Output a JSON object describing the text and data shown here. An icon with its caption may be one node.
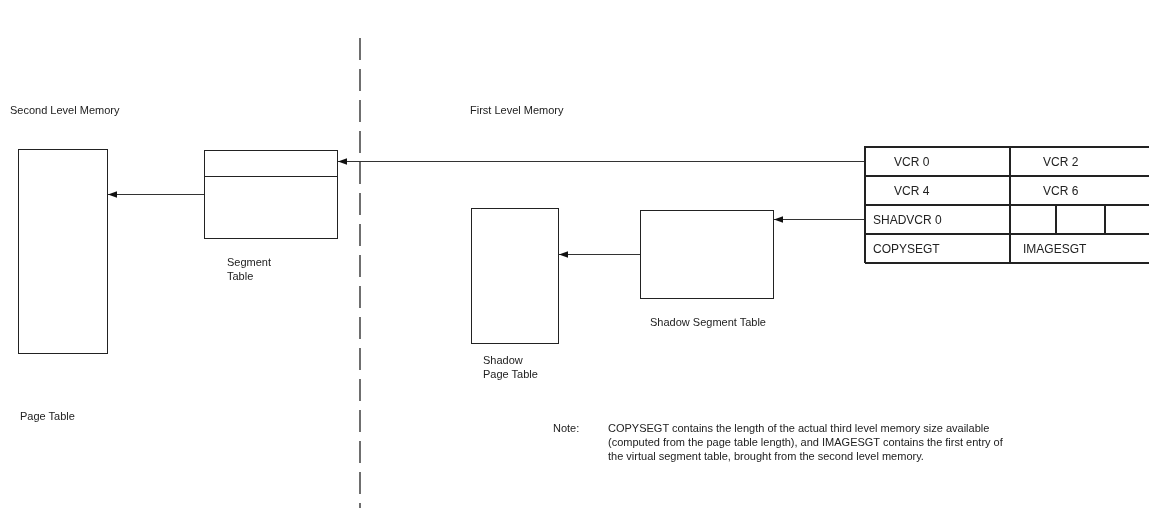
{
  "diagram": {
    "nodes": [
      {
        "text": [],
        "shape": "box"
      },
      {
        "text": [
          "Segment Table"
        ]
      },
      {
        "text": [
          "Shadow Page Table"
        ]
      },
      {
        "text": [
          "Shadow Segment Table"
        ]
      },
      {
        "text": [],
        "shape": "box"
      },
      {
        "text": [
          "VCR 0"
        ],
        "in": 4
      },
      {
        "text": [
          "VCR 2"
        ],
        "in": 4
      },
      {
        "text": [
          "VCR 4"
        ],
        "in": 4
      },
      {
        "text": [
          "VCR 6"
        ],
        "in": 4
      },
      {
        "text": [
          "SHADVCR 0"
        ],
        "in": 4
      },
      {
        "text": [],
        "shape": "box",
        "in": 4
      },
      {
        "text": [],
        "shape": "box",
        "in": 4
      },
      {
        "text": [],
        "shape": "box",
        "in": 4
      },
      {
        "text": [
          "COPYSEGT"
        ],
        "in": 4
      },
      {
        "text": [
          "IMAGESGT"
        ],
        "in": 4
      }
    ],
    "edges": [
      {
        "from": 5,
        "to": 1,
        "arrow": "to"
      },
      {
        "from": 1,
        "to": 0,
        "arrow": "to"
      },
      {
        "from": 9,
        "to": 3,
        "arrow": "to"
      },
      {
        "from": 3,
        "to": 2,
        "arrow": "to"
      }
    ],
    "labels": [
      "Second Level Memory",
      "First Level Memory",
      "Page Table",
      "Note:",
      "COPYSEGT contains the length of the actual third level memory size available (computed from the page table length), and IMAGESGT contains the first entry of the virtual segment table, brought from the second level memory."
    ]
  }
}
